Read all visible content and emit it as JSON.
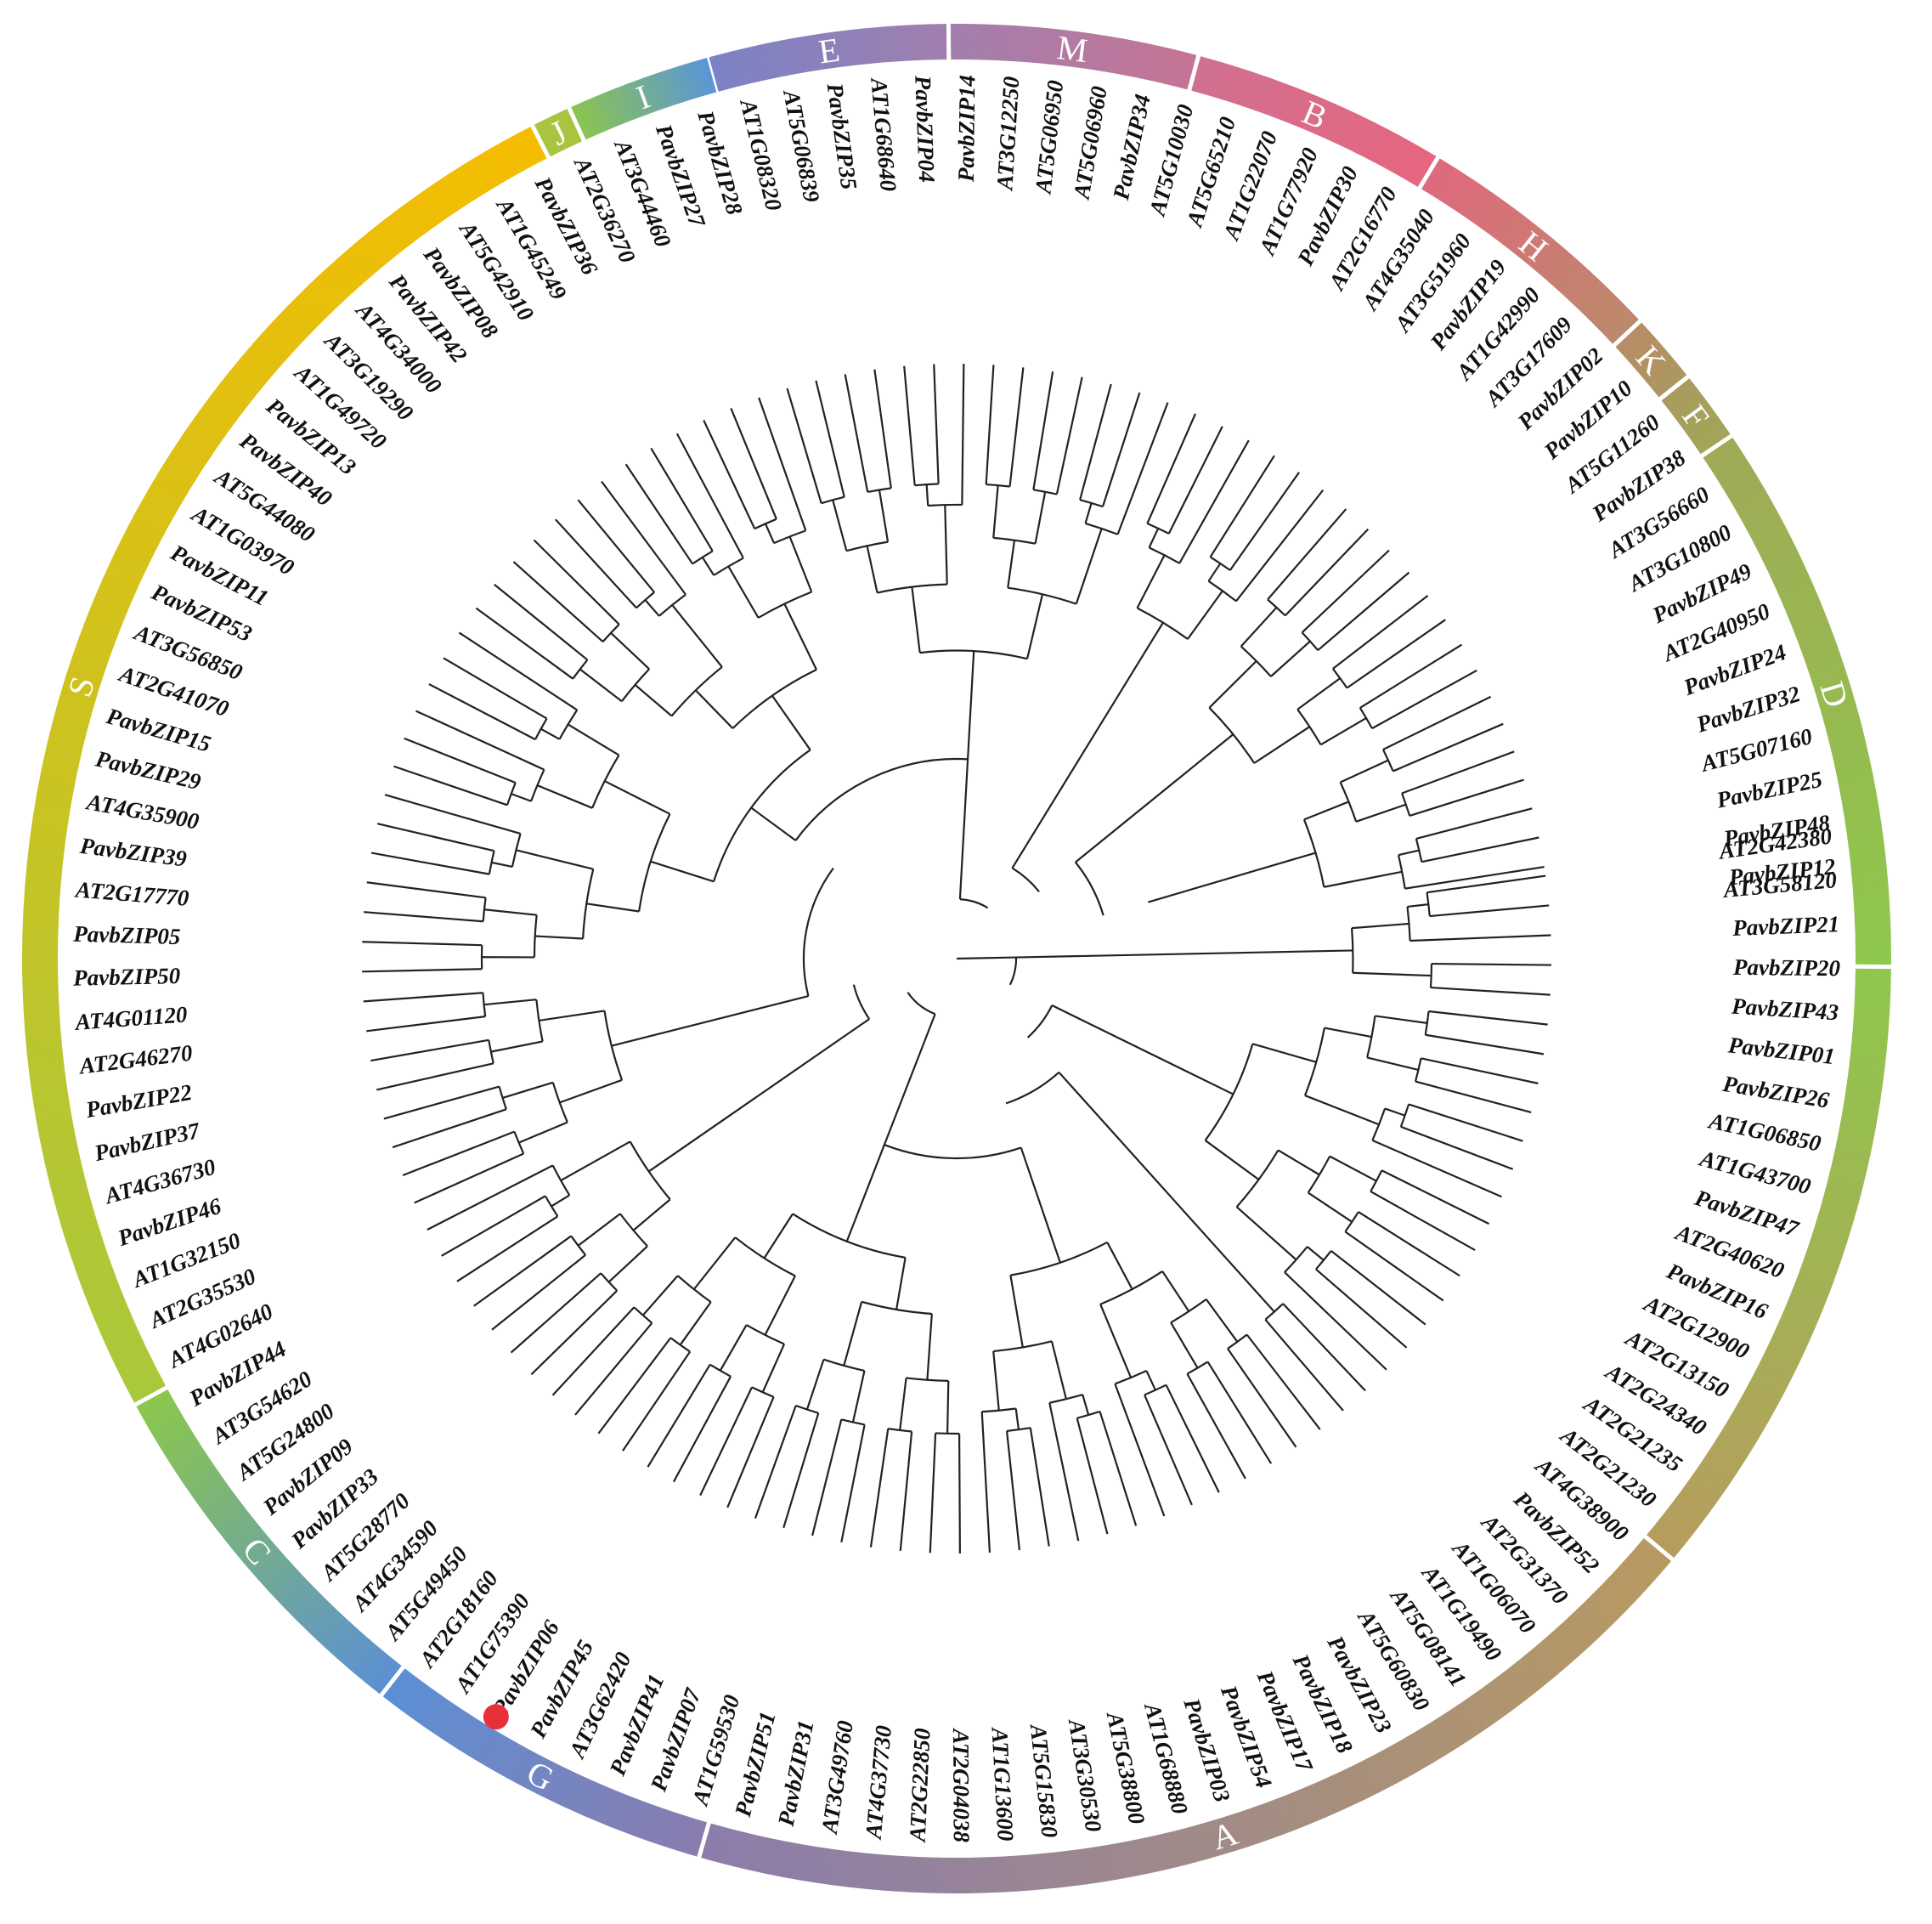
{
  "colors": {
    "branch": "#222222",
    "marker": "#e8303a",
    "ring_palette": [
      "#5b95d8",
      "#8c80b8",
      "#b87a9a",
      "#e46a84",
      "#e66e80",
      "#b88b68",
      "#a0a060",
      "#9cc44c",
      "#90c850",
      "#b89a5a",
      "#e8607a",
      "#9a7aa8",
      "#5b8fd6",
      "#70b872",
      "#9cc54a",
      "#f3bd0e",
      "#f5c000",
      "#e8b820",
      "#cfc22f",
      "#78c050"
    ]
  },
  "groups": [
    {
      "label": "E",
      "color_start": "#7a82c6",
      "color_end": "#a17fae"
    },
    {
      "label": "M",
      "color_start": "#a17fae",
      "color_end": "#c67494"
    },
    {
      "label": "B",
      "color_start": "#cf7090",
      "color_end": "#e7667e"
    },
    {
      "label": "H",
      "color_start": "#e0687e",
      "color_end": "#bb8a6a"
    },
    {
      "label": "K",
      "color_start": "#b88c66",
      "color_end": "#ab9860"
    },
    {
      "label": "F",
      "color_start": "#aa9a5e",
      "color_end": "#a2a658"
    },
    {
      "label": "D",
      "color_start": "#a0aa56",
      "color_end": "#8ec84c"
    },
    {
      "label": "",
      "color_start": "#8ec84c",
      "color_end": "#b79c5e"
    },
    {
      "label": "A",
      "color_start": "#b89a60",
      "color_end": "#8b7cac"
    },
    {
      "label": "G",
      "color_start": "#8a7cae",
      "color_end": "#5b8fd6"
    },
    {
      "label": "C",
      "color_start": "#5b8fd6",
      "color_end": "#8cc84a"
    },
    {
      "label": "S",
      "color_start": "#a9c83c",
      "color_end": "#f5bd00"
    },
    {
      "label": "J",
      "color_start": "#a9c43e",
      "color_end": "#a9c43e"
    },
    {
      "label": "I",
      "color_start": "#8cc64c",
      "color_end": "#5a95da"
    }
  ],
  "leaves": [
    "AT2G42380",
    "AT3G58120",
    "PavbZIP21",
    "PavbZIP20",
    "PavbZIP43",
    "PavbZIP01",
    "PavbZIP26",
    "AT1G06850",
    "AT1G43700",
    "PavbZIP47",
    "AT2G40620",
    "PavbZIP16",
    "AT2G12900",
    "AT2G13150",
    "AT2G24340",
    "AT2G21235",
    "AT2G21230",
    "AT4G38900",
    "PavbZIP52",
    "AT2G31370",
    "AT1G06070",
    "AT1G19490",
    "AT5G08141",
    "AT5G60830",
    "PavbZIP23",
    "PavbZIP18",
    "PavbZIP17",
    "PavbZIP54",
    "PavbZIP03",
    "AT1G68880",
    "AT5G38800",
    "AT3G30530",
    "AT5G15830",
    "AT1G13600",
    "AT2G04038",
    "AT2G22850",
    "AT4G37730",
    "AT3G49760",
    "PavbZIP31",
    "PavbZIP51",
    "AT1G59530",
    "PavbZIP07",
    "PavbZIP41",
    "AT3G62420",
    "PavbZIP45",
    "PavbZIP06",
    "AT1G75390",
    "AT2G18160",
    "AT5G49450",
    "AT4G34590",
    "AT5G28770",
    "PavbZIP33",
    "PavbZIP09",
    "AT5G24800",
    "AT3G54620",
    "PavbZIP44",
    "AT4G02640",
    "AT2G35530",
    "AT1G32150",
    "PavbZIP46",
    "AT4G36730",
    "PavbZIP37",
    "PavbZIP22",
    "AT2G46270",
    "AT4G01120",
    "PavbZIP50",
    "PavbZIP05",
    "AT2G17770",
    "PavbZIP39",
    "AT4G35900",
    "PavbZIP29",
    "PavbZIP15",
    "AT2G41070",
    "AT3G56850",
    "PavbZIP53",
    "PavbZIP11",
    "AT1G03970",
    "AT5G44080",
    "PavbZIP40",
    "PavbZIP13",
    "AT1G49720",
    "AT3G19290",
    "AT4G34000",
    "PavbZIP42",
    "PavbZIP08",
    "AT5G42910",
    "AT1G45249",
    "PavbZIP36",
    "AT2G36270",
    "AT3G44460",
    "PavbZIP27",
    "PavbZIP28",
    "AT1G08320",
    "AT5G06839",
    "PavbZIP35",
    "AT1G68640",
    "PavbZIP04",
    "PavbZIP14",
    "AT3G12250",
    "AT5G06950",
    "AT5G06960",
    "PavbZIP34",
    "AT5G10030",
    "AT5G65210",
    "AT1G22070",
    "AT1G77920",
    "PavbZIP30",
    "AT2G16770",
    "AT4G35040",
    "AT3G51960",
    "PavbZIP19",
    "AT1G42990",
    "AT3G17609",
    "PavbZIP02",
    "PavbZIP10",
    "AT5G11260",
    "PavbZIP38",
    "AT3G56660",
    "AT3G10800",
    "PavbZIP49",
    "AT2G40950",
    "PavbZIP24",
    "PavbZIP32",
    "AT5G07160",
    "PavbZIP25",
    "PavbZIP48",
    "PavbZIP12"
  ],
  "marked_leaf": "PavbZIP06"
}
